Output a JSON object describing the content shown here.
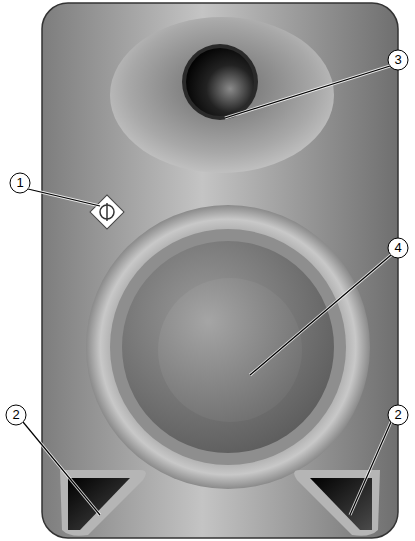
{
  "diagram": {
    "labels": [
      "3",
      "1",
      "4",
      "2",
      "2"
    ]
  }
}
